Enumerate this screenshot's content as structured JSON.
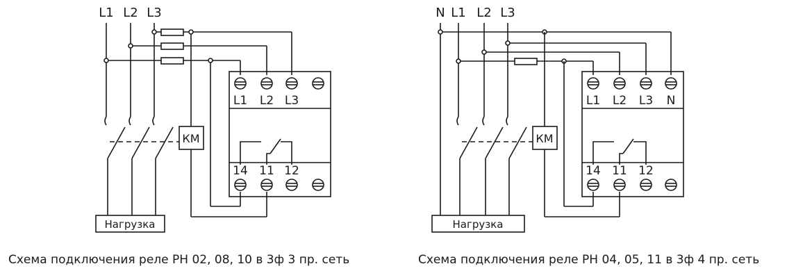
{
  "diagrams": [
    {
      "line_labels": [
        "L1",
        "L2",
        "L3"
      ],
      "relay_terminals_top": [
        "L1",
        "L2",
        "L3"
      ],
      "relay_terminals_bottom": [
        "14",
        "11",
        "12"
      ],
      "contactor_label": "КМ",
      "load_label": "Нагрузка",
      "caption": "Схема подключения реле РН 02, 08, 10 в 3ф 3 пр. сеть"
    },
    {
      "line_labels": [
        "N",
        "L1",
        "L2",
        "L3"
      ],
      "relay_terminals_top": [
        "L1",
        "L2",
        "L3",
        "N"
      ],
      "relay_terminals_bottom": [
        "14",
        "11",
        "12"
      ],
      "contactor_label": "КМ",
      "load_label": "Нагрузка",
      "caption": "Схема подключения реле РН 04, 05, 11 в 3ф 4 пр. сеть"
    }
  ]
}
